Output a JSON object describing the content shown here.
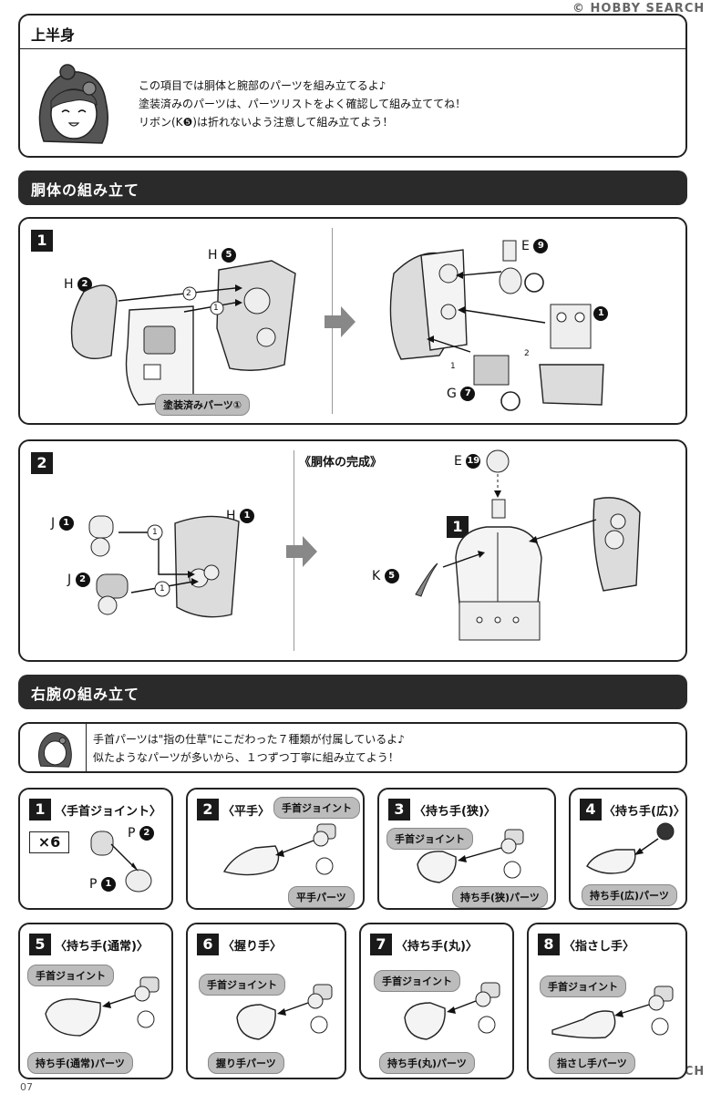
{
  "watermark": "© HOBBY SEARCH",
  "page_number": "07",
  "intro": {
    "title": "上半身",
    "lines": [
      "この項目では胴体と腕部のパーツを組み立てるよ♪",
      "塗装済みのパーツは、パーツリストをよく確認して組み立ててね！",
      "リボン(K❺)は折れないよう注意して組み立てよう！"
    ]
  },
  "torso": {
    "heading": "胴体の組み立て",
    "step1": {
      "num": "1",
      "labels": {
        "h2": "H",
        "h2n": "2",
        "h5": "H",
        "h5n": "5",
        "e9": "E",
        "e9n": "9",
        "g1": "G",
        "g1n": "1",
        "g7": "G",
        "g7n": "7"
      },
      "order1": "1",
      "order2": "2",
      "order1b": "1",
      "order2b": "2",
      "painted": "塗装済みパーツ①"
    },
    "step2": {
      "num": "2",
      "complete": "《胴体の完成》",
      "labels": {
        "j1": "J",
        "j1n": "1",
        "j2": "J",
        "j2n": "2",
        "h1": "H",
        "h1n": "1",
        "e19": "E",
        "e19n": "19",
        "k5": "K",
        "k5n": "5"
      },
      "sub_num": "1",
      "order1": "1",
      "order1b": "1"
    }
  },
  "right_arm": {
    "heading": "右腕の組み立て",
    "note_lines": [
      "手首パーツは\"指の仕草\"にこだわった７種類が付属しているよ♪",
      "似たようなパーツが多いから、１つずつ丁寧に組み立てよう！"
    ],
    "steps": [
      {
        "num": "1",
        "title": "〈手首ジョイント〉",
        "mult": "×6",
        "p2": "P",
        "p2n": "2",
        "p1": "P",
        "p1n": "1"
      },
      {
        "num": "2",
        "title": "〈平手〉",
        "top": "手首ジョイント",
        "bottom": "平手パーツ"
      },
      {
        "num": "3",
        "title": "〈持ち手(狭)〉",
        "top": "手首ジョイント",
        "bottom": "持ち手(狭)パーツ"
      },
      {
        "num": "4",
        "title": "〈持ち手(広)〉",
        "bottom": "持ち手(広)パーツ"
      },
      {
        "num": "5",
        "title": "〈持ち手(通常)〉",
        "top": "手首ジョイント",
        "bottom": "持ち手(通常)パーツ"
      },
      {
        "num": "6",
        "title": "〈握り手〉",
        "top": "手首ジョイント",
        "bottom": "握り手パーツ"
      },
      {
        "num": "7",
        "title": "〈持ち手(丸)〉",
        "top": "手首ジョイント",
        "bottom": "持ち手(丸)パーツ"
      },
      {
        "num": "8",
        "title": "〈指さし手〉",
        "top": "手首ジョイント",
        "bottom": "指さし手パーツ"
      }
    ]
  }
}
